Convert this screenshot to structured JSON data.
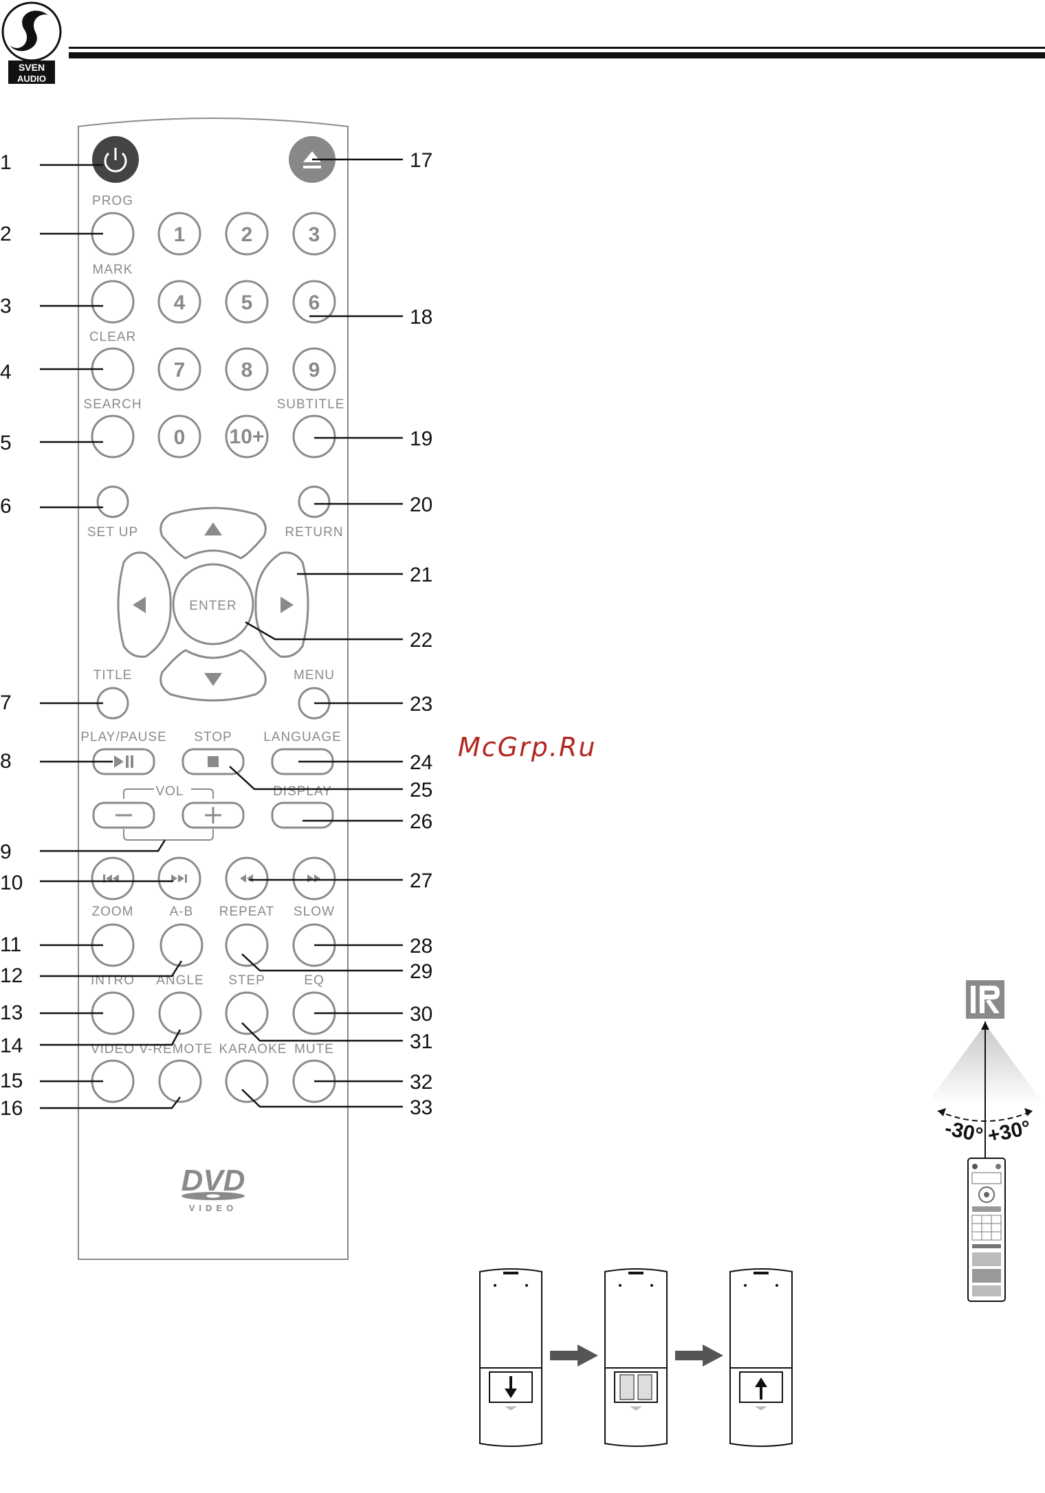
{
  "brand": {
    "line1": "SVEN",
    "line2": "AUDIO"
  },
  "watermark": "McGrp.Ru",
  "remote_labels": {
    "prog": "PROG",
    "mark": "MARK",
    "clear": "CLEAR",
    "search": "SEARCH",
    "subtitle": "SUBTITLE",
    "setup": "SET UP",
    "return": "RETURN",
    "enter": "ENTER",
    "title": "TITLE",
    "menu": "MENU",
    "playpause": "PLAY/PAUSE",
    "stop": "STOP",
    "language": "LANGUAGE",
    "vol": "VOL",
    "display": "DISPLAY",
    "zoom": "ZOOM",
    "ab": "A-B",
    "repeat": "REPEAT",
    "slow": "SLOW",
    "intro": "INTRO",
    "angle": "ANGLE",
    "step": "STEP",
    "eq": "EQ",
    "video": "VIDEO",
    "vremote": "V-REMOTE",
    "karaoke": "KARAOKE",
    "mute": "MUTE"
  },
  "digits": [
    "1",
    "2",
    "3",
    "4",
    "5",
    "6",
    "7",
    "8",
    "9",
    "0",
    "10+"
  ],
  "dvd_logo": {
    "main": "DVD",
    "sub": "VIDEO"
  },
  "callouts_left": [
    "1",
    "2",
    "3",
    "4",
    "5",
    "6",
    "7",
    "8",
    "9",
    "10",
    "11",
    "12",
    "13",
    "14",
    "15",
    "16"
  ],
  "callouts_right": [
    "17",
    "18",
    "19",
    "20",
    "21",
    "22",
    "23",
    "24",
    "25",
    "26",
    "27",
    "28",
    "29",
    "30",
    "31",
    "32",
    "33"
  ],
  "ir": {
    "sensor": "IR",
    "left_angle": "-30°",
    "right_angle": "+30°"
  },
  "colors": {
    "button_grey": "#8a8a8a",
    "power_fill": "#444444",
    "eject_fill": "#888888",
    "watermark": "#b3261e"
  }
}
